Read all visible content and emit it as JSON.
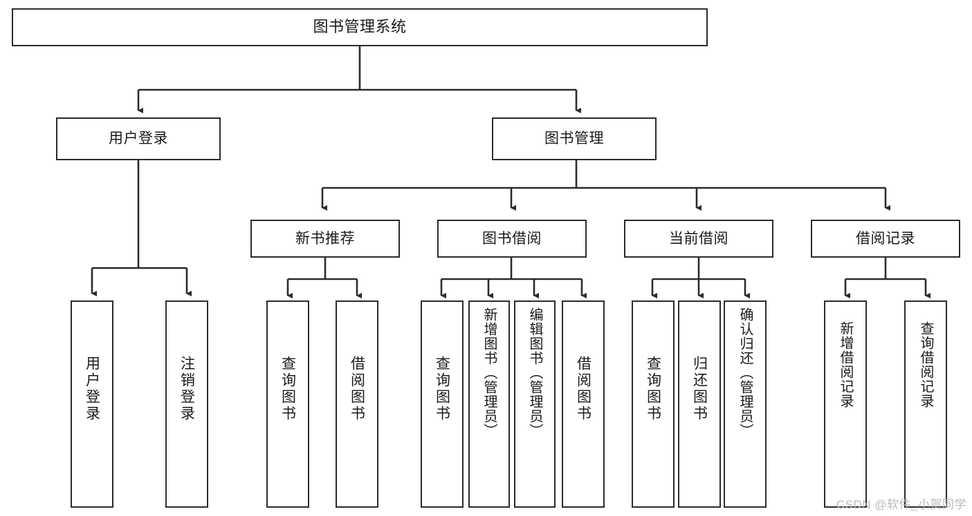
{
  "diagram": {
    "type": "tree-hierarchy",
    "title": "图书管理系统",
    "watermark": "CSDN @软件_小贺同学",
    "colors": {
      "background": "#ffffff",
      "box_border": "#2b2b2b",
      "box_fill": "#ffffff",
      "edge": "#2b2b2b",
      "text": "#1a1a1a",
      "watermark": "#b9b9b9"
    },
    "levels": {
      "root": {
        "label": "图书管理系统"
      },
      "level2": [
        {
          "id": "user-login",
          "label": "用户登录"
        },
        {
          "id": "book-management",
          "label": "图书管理"
        }
      ],
      "level3": [
        {
          "id": "new-book-recommend",
          "label": "新书推荐",
          "parent": "book-management"
        },
        {
          "id": "book-borrow",
          "label": "图书借阅",
          "parent": "book-management"
        },
        {
          "id": "current-borrow",
          "label": "当前借阅",
          "parent": "book-management"
        },
        {
          "id": "borrow-record",
          "label": "借阅记录",
          "parent": "book-management"
        }
      ],
      "leaves": [
        {
          "id": "leaf-user-login",
          "label": "用户登录",
          "parent": "user-login"
        },
        {
          "id": "leaf-logout",
          "label": "注销登录",
          "parent": "user-login"
        },
        {
          "id": "leaf-query-book-1",
          "label": "查询图书",
          "parent": "new-book-recommend"
        },
        {
          "id": "leaf-borrow-book-1",
          "label": "借阅图书",
          "parent": "new-book-recommend"
        },
        {
          "id": "leaf-query-book-2",
          "label": "查询图书",
          "parent": "book-borrow"
        },
        {
          "id": "leaf-add-book",
          "label": "新增图书（管理员）",
          "parent": "book-borrow"
        },
        {
          "id": "leaf-edit-book",
          "label": "编辑图书（管理员）",
          "parent": "book-borrow"
        },
        {
          "id": "leaf-borrow-book-2",
          "label": "借阅图书",
          "parent": "book-borrow"
        },
        {
          "id": "leaf-query-book-3",
          "label": "查询图书",
          "parent": "current-borrow"
        },
        {
          "id": "leaf-return-book",
          "label": "归还图书",
          "parent": "current-borrow"
        },
        {
          "id": "leaf-confirm-return",
          "label": "确认归还（管理员）",
          "parent": "current-borrow"
        },
        {
          "id": "leaf-add-record",
          "label": "新增借阅记录",
          "parent": "borrow-record"
        },
        {
          "id": "leaf-query-record",
          "label": "查询借阅记录",
          "parent": "borrow-record"
        }
      ]
    }
  }
}
